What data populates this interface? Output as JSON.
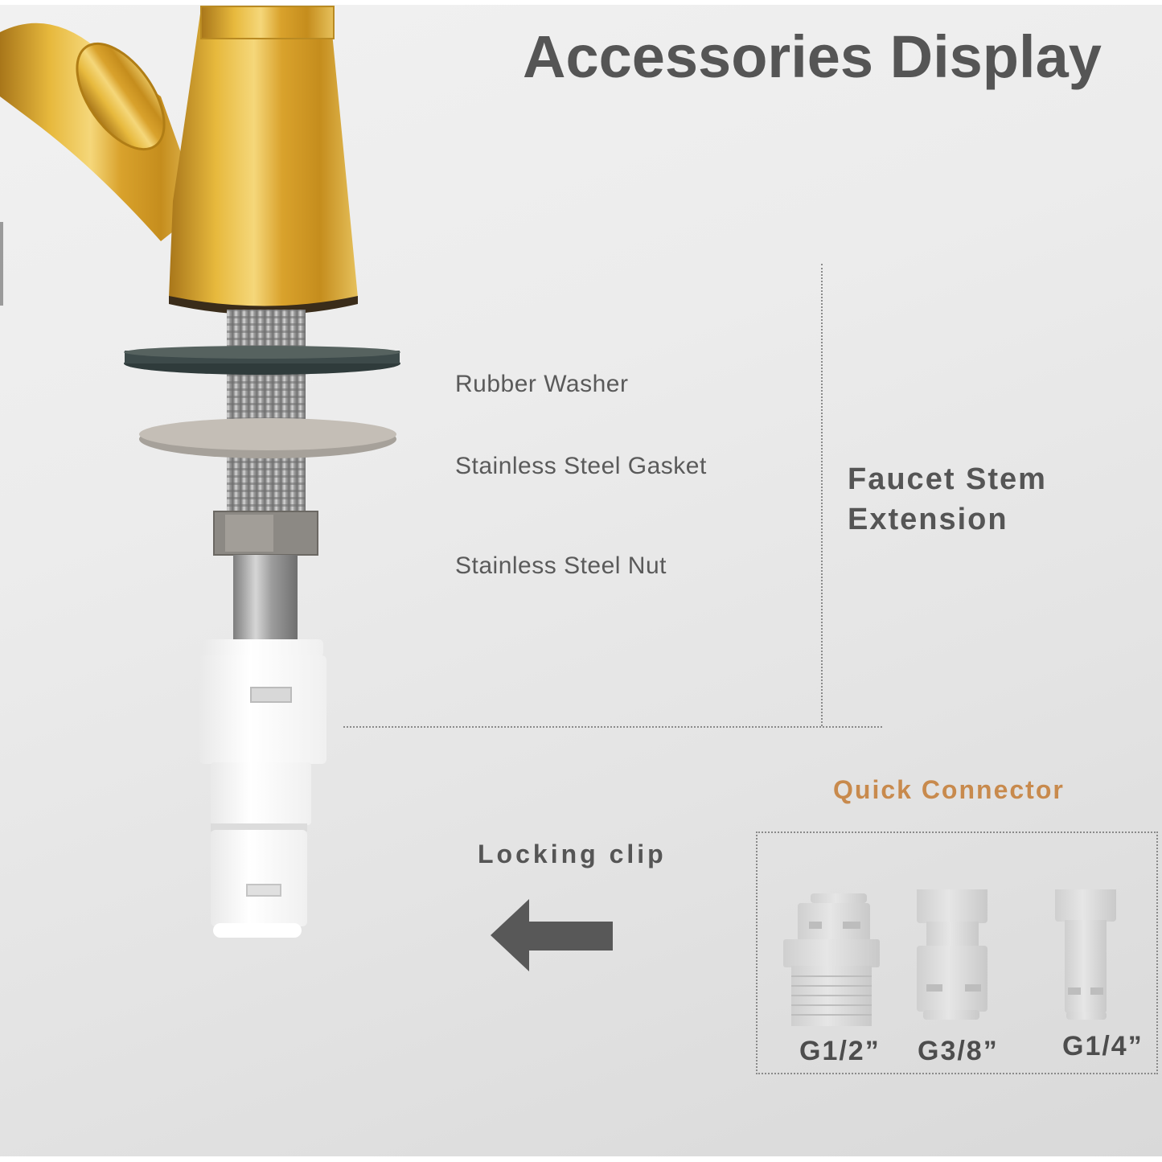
{
  "header": {
    "title": "Accessories Display"
  },
  "parts": {
    "rubber_washer": "Rubber Washer",
    "stainless_gasket": "Stainless Steel Gasket",
    "stainless_nut": "Stainless Steel Nut"
  },
  "faucet_stem": {
    "line1": "Faucet Stem",
    "line2": "Extension"
  },
  "locking_clip": {
    "label": "Locking clip",
    "arrow_icon": "arrow-left-icon"
  },
  "quick_connector": {
    "title": "Quick Connector",
    "sizes": [
      {
        "label": "G1/2”"
      },
      {
        "label": "G3/8”"
      },
      {
        "label": "G1/4”"
      }
    ]
  },
  "colors": {
    "title_text": "#555555",
    "accent_orange": "#c88a4d",
    "brass": "#d9a62e",
    "background": "#ececec"
  }
}
